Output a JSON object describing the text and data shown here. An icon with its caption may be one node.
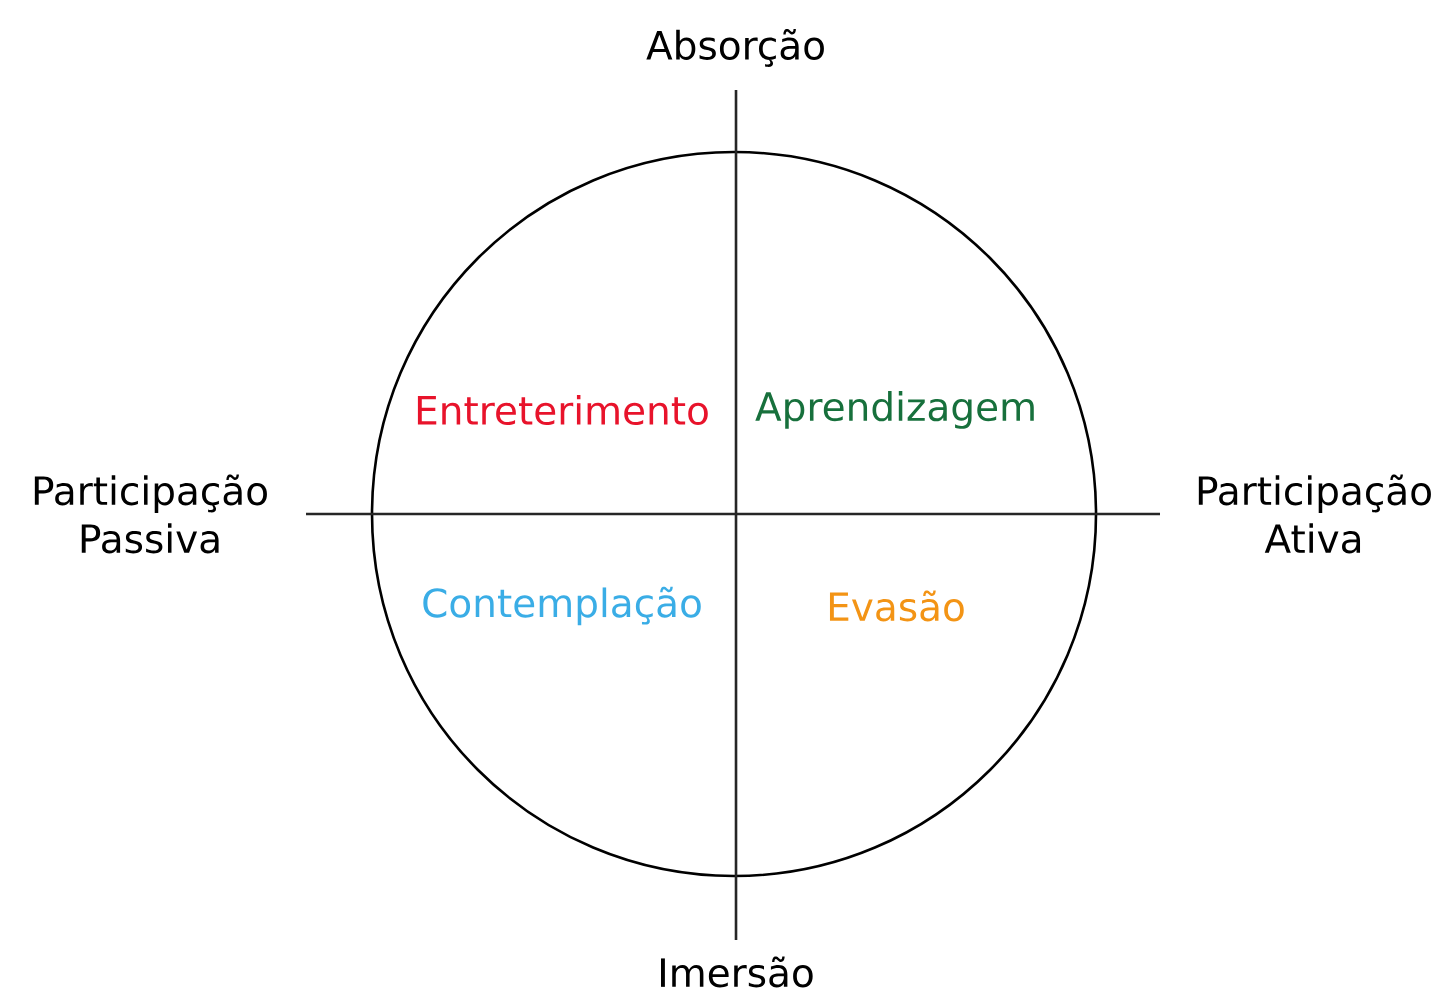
{
  "diagram": {
    "labels": [
      "Absorção",
      "Entreterimento",
      "Aprendizagem",
      "Participação Passiva",
      "Participação Ativa",
      "Contemplação",
      "Evasão",
      "Imersão"
    ]
  }
}
